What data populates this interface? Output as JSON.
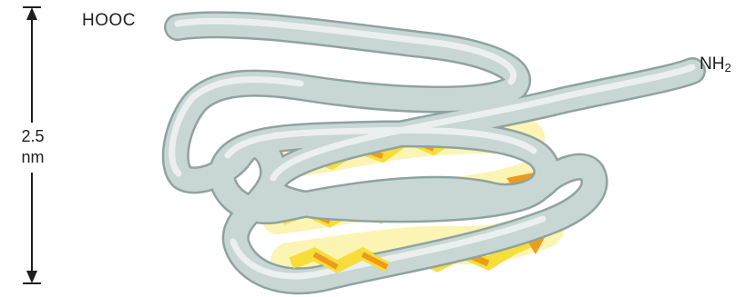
{
  "labels": {
    "carboxyl_terminus": "HOOC",
    "amino_terminus_base": "NH",
    "amino_terminus_subscript": "2",
    "scale_value": "2.5",
    "scale_unit": "nm"
  },
  "colors": {
    "backbone_fill": "#c8d6d4",
    "backbone_highlight": "#eef3f2",
    "backbone_outline": "#8fa3a1",
    "beta_strand_glow": "#fbf2a6",
    "beta_strand_light": "#f7dd3a",
    "beta_strand_dark": "#ec9b1d",
    "scale_bar": "#1e1e1e",
    "text": "#1e1e1e"
  },
  "structure": {
    "backbone_segments": 1,
    "beta_strands": 3,
    "strands_with_arrowheads": 3
  }
}
